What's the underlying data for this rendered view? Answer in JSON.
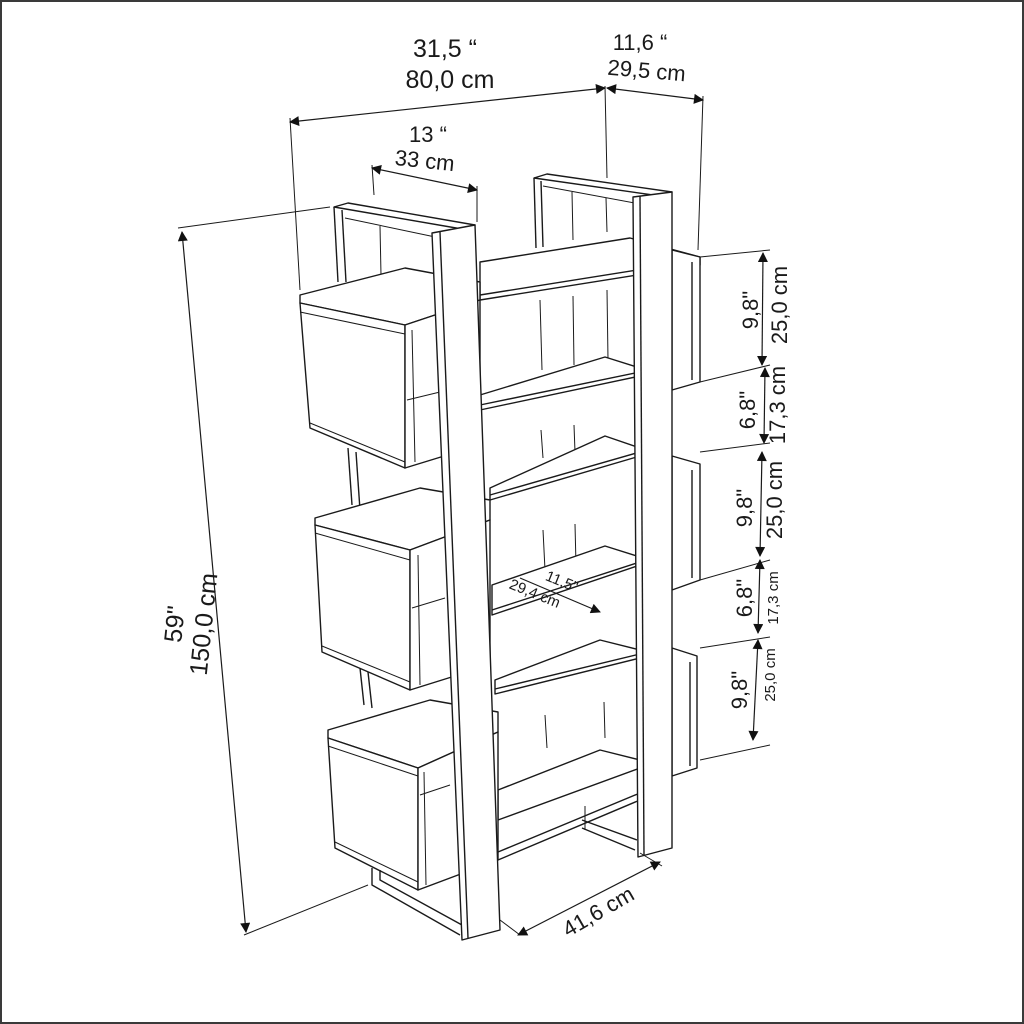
{
  "diagram": {
    "subject": "6-shelf staggered bookcase with steel side frames",
    "colors": {
      "line": "#1a1a1a",
      "background": "#ffffff",
      "border": "#3a3a3a"
    },
    "dimensions": {
      "total_width": {
        "imperial": "31,5 “",
        "metric": "80,0 cm"
      },
      "depth": {
        "imperial": "11,6 “",
        "metric": "29,5 cm"
      },
      "frame_width": {
        "imperial": "13 “",
        "metric": "33 cm"
      },
      "total_height": {
        "imperial": "59\"",
        "metric": "150,0 cm"
      },
      "inner_shelf_depth": {
        "imperial": "11,5\"",
        "metric": "29,4 cm"
      },
      "frame_spacing": {
        "metric": "41,6 cm"
      },
      "shelf_gaps": [
        {
          "imperial": "9,8\"",
          "metric": "25,0 cm"
        },
        {
          "imperial": "6,8\"",
          "metric": "17,3 cm"
        },
        {
          "imperial": "9,8\"",
          "metric": "25,0 cm"
        },
        {
          "imperial": "6,8\"",
          "metric": "17,3 cm"
        },
        {
          "imperial": "9,8\"",
          "metric": "25,0 cm"
        }
      ]
    }
  }
}
